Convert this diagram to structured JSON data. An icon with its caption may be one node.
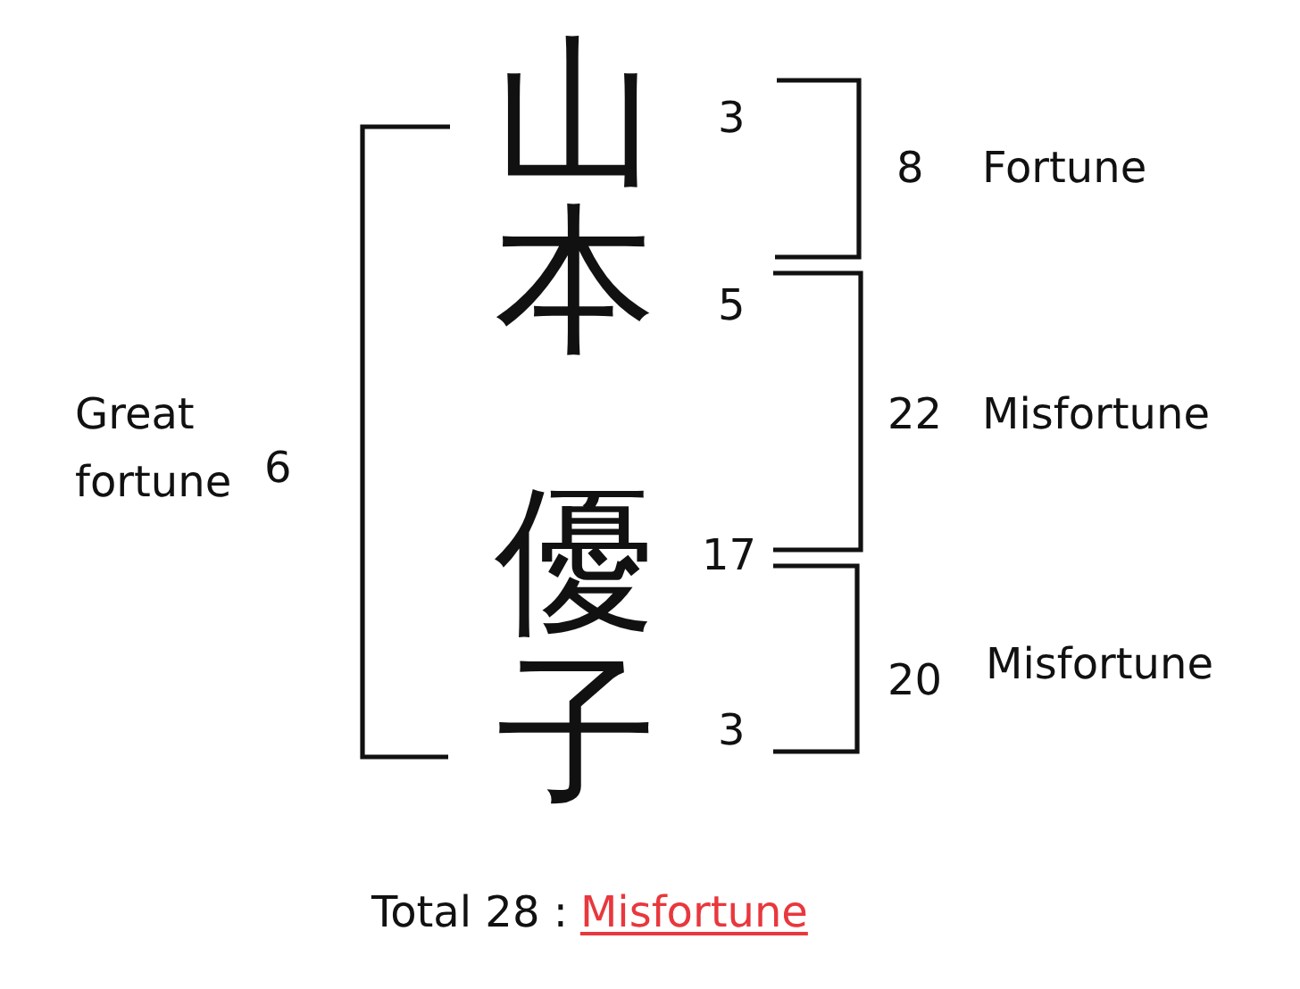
{
  "diagram": {
    "labels": [
      "山",
      "3",
      "8",
      "Fortune",
      "本",
      "5",
      "Great fortune",
      "6",
      "22",
      "Misfortune",
      "優",
      "17",
      "20",
      "Misfortune",
      "子",
      "3",
      "Total 28 :",
      "Misfortune"
    ]
  }
}
